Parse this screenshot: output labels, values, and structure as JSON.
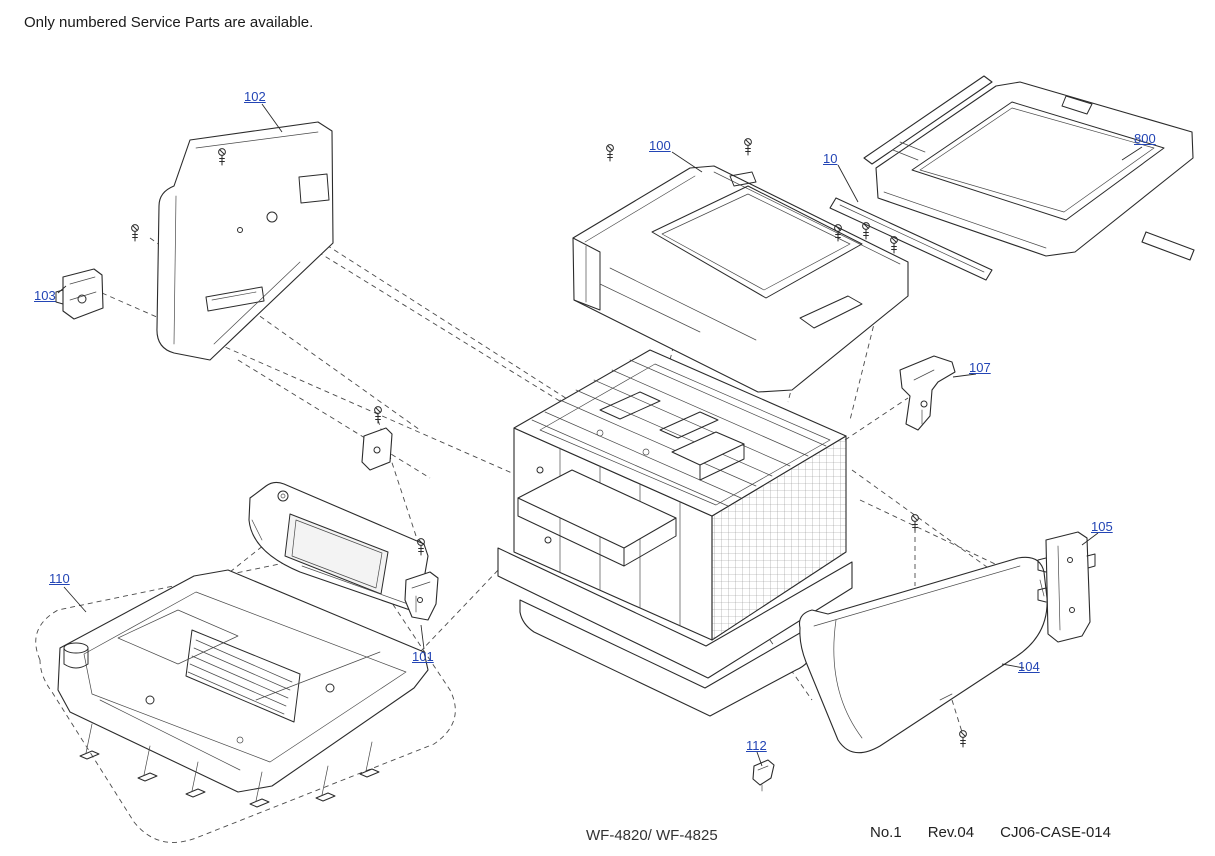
{
  "note": "Only numbered Service Parts are available.",
  "labels": [
    "102",
    "103",
    "100",
    "10",
    "800",
    "107",
    "105",
    "110",
    "101",
    "104",
    "112"
  ],
  "footer": {
    "model": "WF-4820/ WF-4825",
    "sheet": "No.1",
    "revision": "Rev.04",
    "code": "CJ06-CASE-014"
  },
  "colors": {
    "label_blue": "#2345b5",
    "line": "#2b2b2b"
  }
}
